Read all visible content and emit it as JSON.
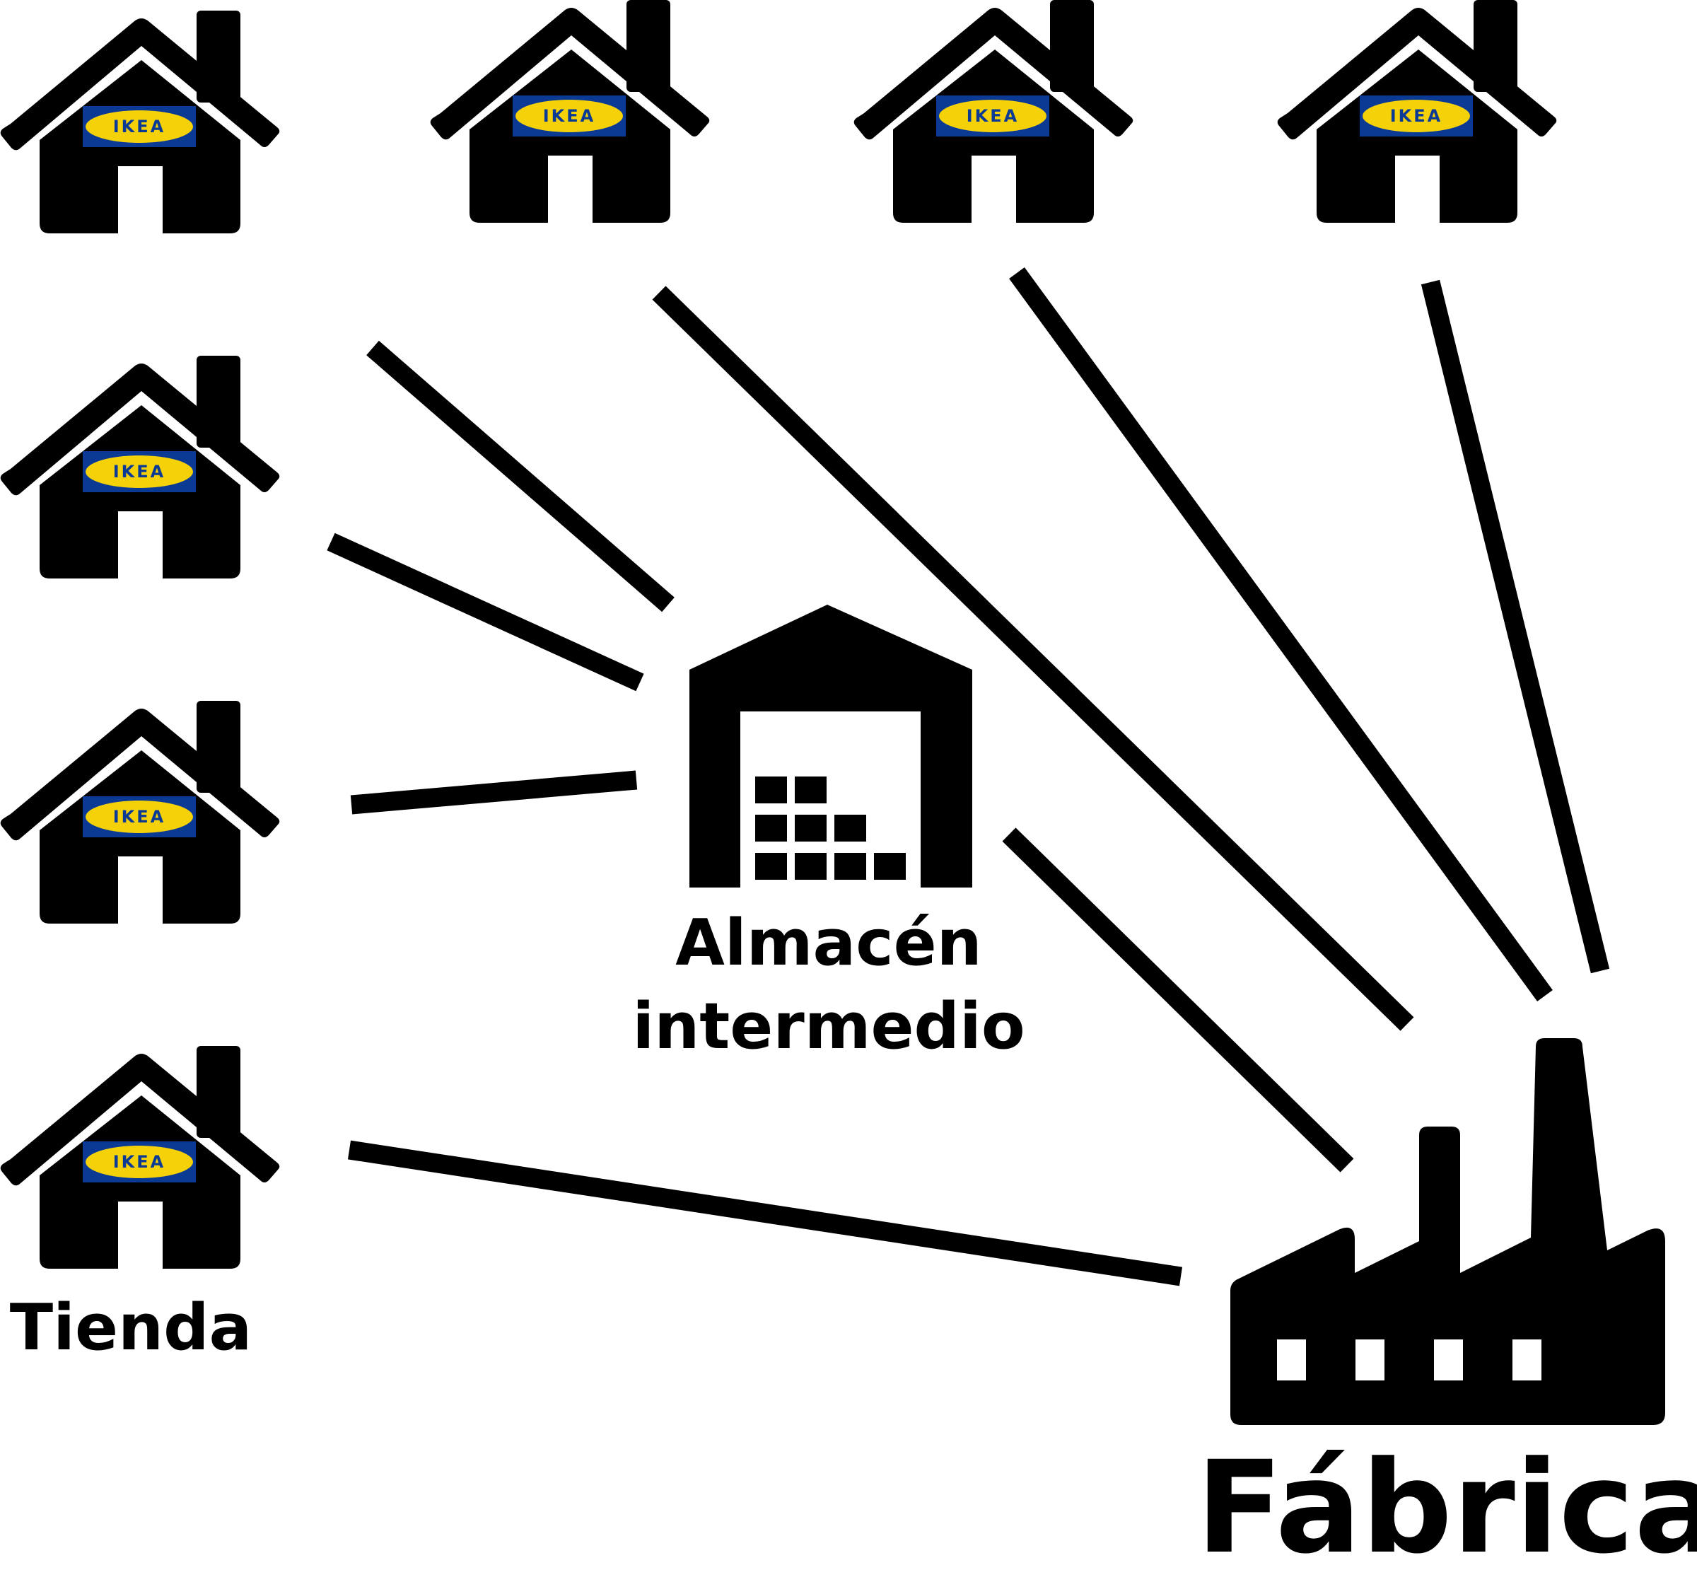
{
  "logo_text": "IKEA",
  "labels": {
    "store": "Tienda",
    "warehouse_line1": "Almacén",
    "warehouse_line2": "intermedio",
    "factory": "Fábrica"
  },
  "colors": {
    "ink": "#000000",
    "logo_blue": "#0a3a94",
    "logo_yellow": "#f5d10a",
    "background": "#ffffff"
  },
  "icons": [
    "house-icon",
    "warehouse-icon",
    "factory-icon",
    "ikea-logo"
  ]
}
